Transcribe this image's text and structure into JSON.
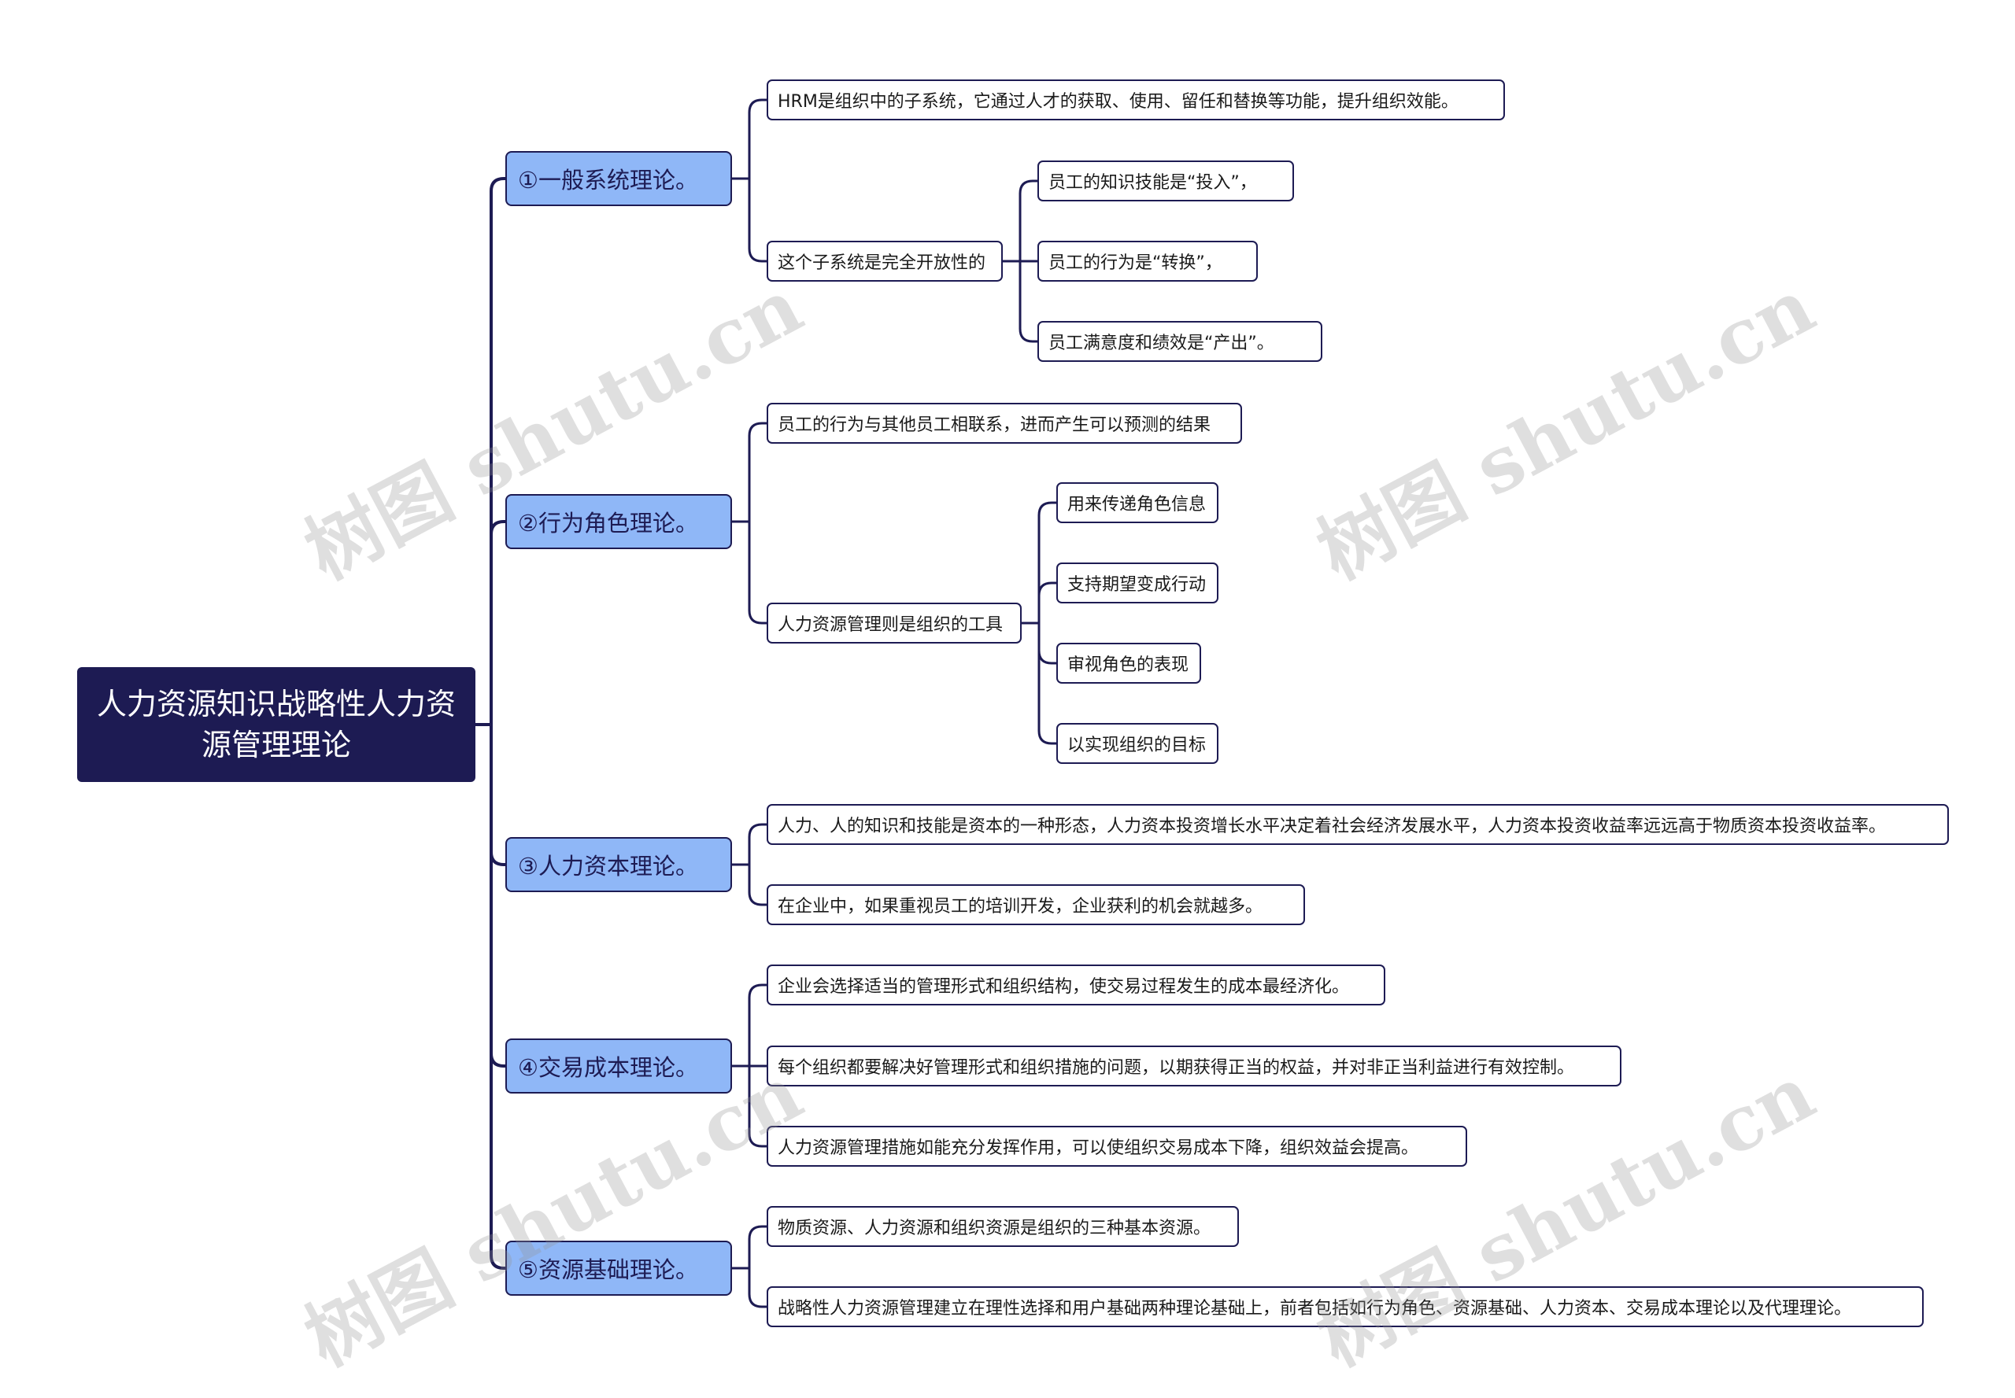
{
  "root": {
    "label": "人力资源知识战略性人力资源管理理论"
  },
  "branches": [
    {
      "label": "①一般系统理论。",
      "children": [
        {
          "label": "HRM是组织中的子系统，它通过人才的获取、使用、留任和替换等功能，提升组织效能。"
        },
        {
          "label": "这个子系统是完全开放性的",
          "children": [
            {
              "label": "员工的知识技能是“投入”，"
            },
            {
              "label": "员工的行为是“转换”，"
            },
            {
              "label": "员工满意度和绩效是“产出”。"
            }
          ]
        }
      ]
    },
    {
      "label": "②行为角色理论。",
      "children": [
        {
          "label": "员工的行为与其他员工相联系，进而产生可以预测的结果"
        },
        {
          "label": "人力资源管理则是组织的工具",
          "children": [
            {
              "label": "用来传递角色信息"
            },
            {
              "label": "支持期望变成行动"
            },
            {
              "label": "审视角色的表现"
            },
            {
              "label": "以实现组织的目标"
            }
          ]
        }
      ]
    },
    {
      "label": "③人力资本理论。",
      "children": [
        {
          "label": "人力、人的知识和技能是资本的一种形态，人力资本投资增长水平决定着社会经济发展水平，人力资本投资收益率远远高于物质资本投资收益率。"
        },
        {
          "label": "在企业中，如果重视员工的培训开发，企业获利的机会就越多。"
        }
      ]
    },
    {
      "label": "④交易成本理论。",
      "children": [
        {
          "label": "企业会选择适当的管理形式和组织结构，使交易过程发生的成本最经济化。"
        },
        {
          "label": "每个组织都要解决好管理形式和组织措施的问题，以期获得正当的权益，并对非正当利益进行有效控制。"
        },
        {
          "label": "人力资源管理措施如能充分发挥作用，可以使组织交易成本下降，组织效益会提高。"
        }
      ]
    },
    {
      "label": "⑤资源基础理论。",
      "children": [
        {
          "label": "物质资源、人力资源和组织资源是组织的三种基本资源。"
        },
        {
          "label": "战略性人力资源管理建立在理性选择和用户基础两种理论基础上，前者包括如行为角色、资源基础、人力资本、交易成本理论以及代理理论。"
        }
      ]
    }
  ],
  "watermark": "树图 shutu.cn",
  "colors": {
    "root": "#1d1b53",
    "branch_fill": "#8fb7f7",
    "line": "#1d1b53"
  }
}
